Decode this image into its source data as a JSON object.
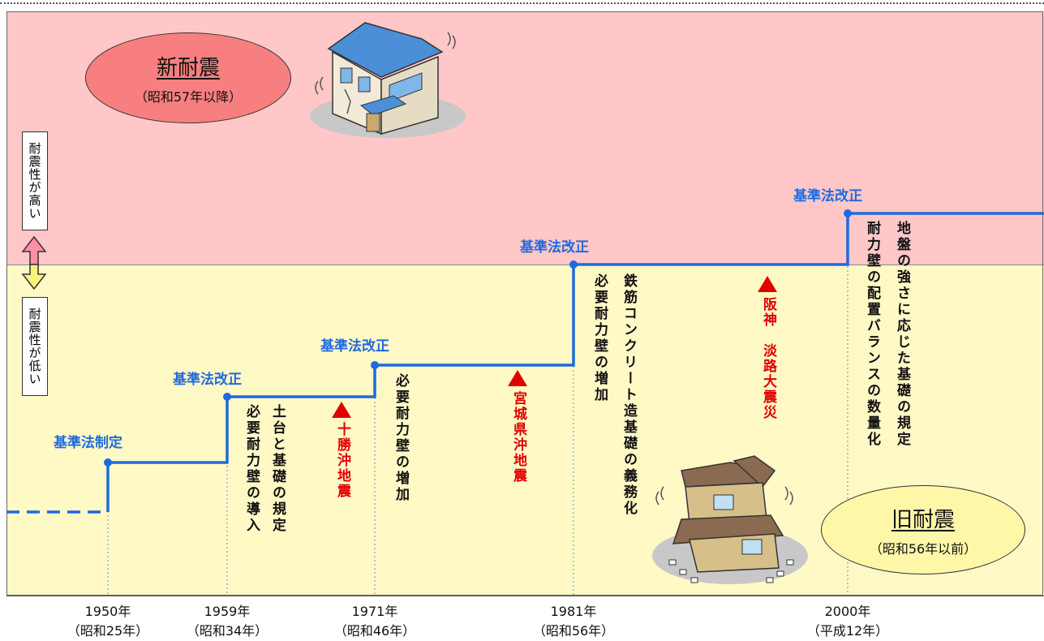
{
  "new_standard": {
    "title": "新耐震",
    "subtitle": "（昭和57年以降）"
  },
  "old_standard": {
    "title": "旧耐震",
    "subtitle": "（昭和56年以前）"
  },
  "scale": {
    "high": "耐震性が高い",
    "low": "耐震性が低い"
  },
  "steps": [
    {
      "label": "基準法制定"
    },
    {
      "label": "基準法改正",
      "note": "土台と基礎の規定\n必要耐力壁の導入"
    },
    {
      "label": "基準法改正",
      "note": "必要耐力壁の増加"
    },
    {
      "label": "基準法改正",
      "note": "必要耐力壁の増加\n鉄筋コンクリート造基礎の義務化"
    },
    {
      "label": "基準法改正",
      "note": "地盤の強さに応じた基礎の規定\n耐力壁の配置バランスの数量化"
    }
  ],
  "notes": {
    "s1959_a": "土台と基礎の規定",
    "s1959_b": "必要耐力壁の導入",
    "s1971": "必要耐力壁の増加",
    "s1981_a": "必要耐力壁の増加",
    "s1981_b": "鉄筋コンクリート造基礎の義務化",
    "s2000_a": "地盤の強さに応じた基礎の規定",
    "s2000_b": "耐力壁の配置バランスの数量化"
  },
  "earthquakes": [
    {
      "name": "十勝沖地震"
    },
    {
      "name": "宮城県沖地震"
    },
    {
      "name": "阪神　淡路大震災"
    }
  ],
  "years": [
    {
      "year": "1950年",
      "era": "（昭和25年）"
    },
    {
      "year": "1959年",
      "era": "（昭和34年）"
    },
    {
      "year": "1971年",
      "era": "（昭和46年）"
    },
    {
      "year": "1981年",
      "era": "（昭和56年）"
    },
    {
      "year": "2000年",
      "era": "（平成12年）"
    }
  ],
  "colors": {
    "step_line": "#1f6ae0",
    "label": "#1f6ae0",
    "earthquake": "#e00000",
    "high_zone": "#ffc7c7",
    "low_zone": "#fff9c6",
    "new_ellipse": "#f77f7f",
    "old_ellipse": "#fff7a8"
  },
  "icons": {
    "new_house": "modern-house-icon",
    "old_house": "collapsed-house-icon",
    "double_arrow": "up-down-arrow-icon"
  }
}
